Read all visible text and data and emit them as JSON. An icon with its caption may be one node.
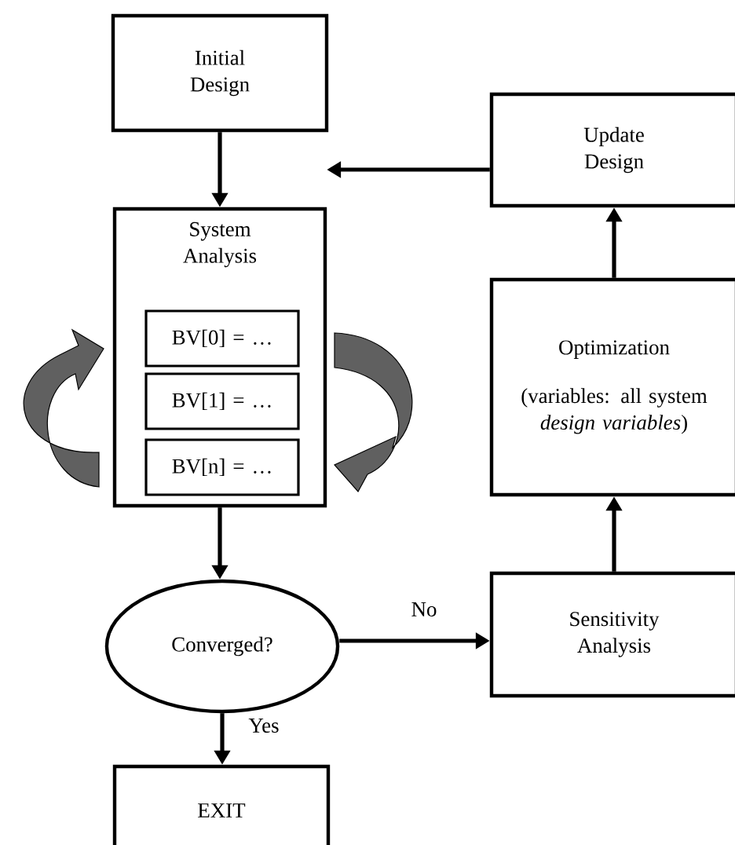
{
  "diagram": {
    "nodes": [
      {
        "text": [
          "Initial Design"
        ]
      },
      {
        "text": [
          "System Analysis"
        ]
      },
      {
        "text": [
          "BV[0] = …"
        ],
        "in": 1
      },
      {
        "text": [
          "BV[1] = …"
        ],
        "in": 1
      },
      {
        "text": [
          "BV[n] = …"
        ],
        "in": 1
      },
      {
        "text": [
          "Converged?"
        ]
      },
      {
        "text": [
          "EXIT"
        ]
      },
      {
        "text": [
          "Update Design"
        ]
      },
      {
        "text": [
          "Optimization",
          "(variables: all system *design variables*)"
        ]
      },
      {
        "text": [
          "Sensitivity Analysis"
        ]
      }
    ],
    "edges": [
      {
        "from": 0,
        "to": 1,
        "arrow": "to"
      },
      {
        "from": 7,
        "to": 1,
        "arrow": "to"
      },
      {
        "from": 8,
        "to": 7,
        "arrow": "to"
      },
      {
        "from": 1,
        "to": 5,
        "arrow": "to"
      },
      {
        "from": 5,
        "to": 9,
        "arrow": "to",
        "label": "No"
      },
      {
        "from": 9,
        "to": 8,
        "arrow": "to"
      },
      {
        "from": 5,
        "to": 6,
        "arrow": "to",
        "label": "Yes"
      }
    ]
  }
}
